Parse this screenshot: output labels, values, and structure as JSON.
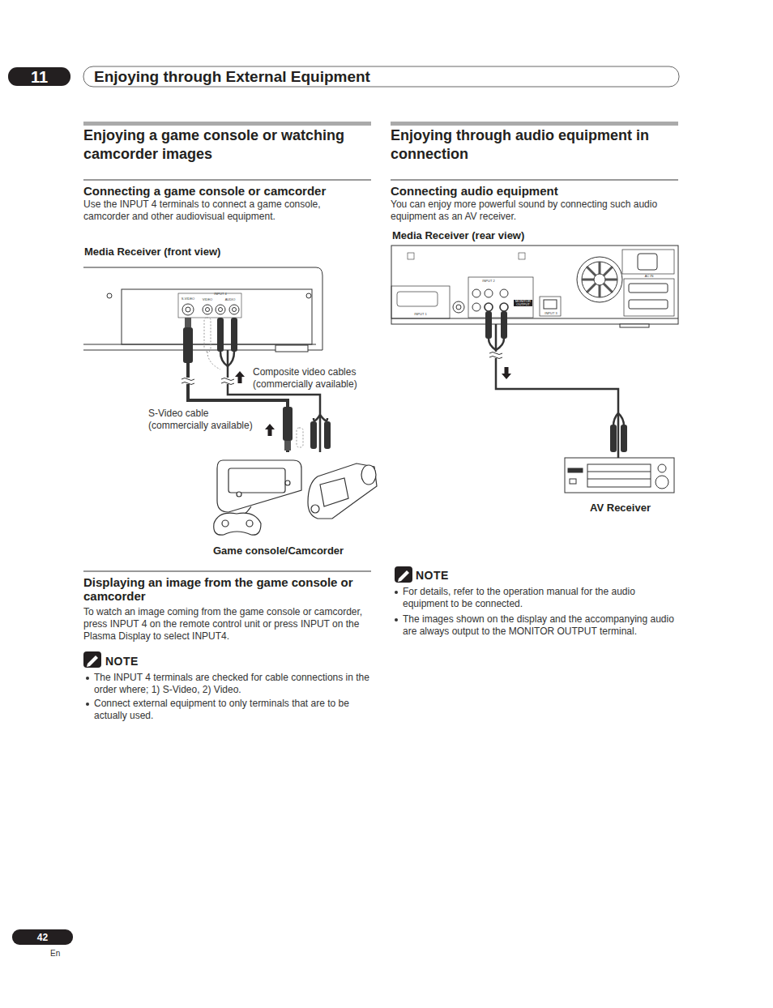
{
  "diagram": {
    "title": "Enjoying through External Equipment",
    "nodes": [
      {
        "text": [
          "Media Receiver (front view)"
        ]
      },
      {
        "text": [
          "Game console/Camcorder"
        ]
      },
      {
        "text": [
          "Media Receiver (rear view)"
        ]
      },
      {
        "text": [
          "AV Receiver"
        ]
      }
    ],
    "edges": [
      {
        "from": 1,
        "to": 0,
        "arrow": "none",
        "label": "S-Video cable (commercially available)"
      },
      {
        "from": 1,
        "to": 0,
        "arrow": "none",
        "label": "Composite video cables (commercially available)"
      },
      {
        "from": 2,
        "to": 3,
        "arrow": "none"
      }
    ],
    "labels": [
      "11",
      "Enjoying a game console or watching camcorder images",
      "Connecting a game console or camcorder",
      "Use the INPUT 4 terminals to connect a game console, camcorder and other audiovisual equipment.",
      "Displaying an image from the game console or camcorder",
      "To watch an image coming from the game console or camcorder, press INPUT 4 on the remote control unit or press INPUT on the Plasma Display to select INPUT4.",
      "NOTE",
      "The INPUT 4 terminals are checked for cable connections in the order where; 1) S-Video, 2) Video.",
      "Connect external equipment to only terminals that are to be actually used.",
      "Enjoying through audio equipment in connection",
      "Connecting audio equipment",
      "You can enjoy more powerful sound by connecting such audio equipment as an AV receiver.",
      "NOTE",
      "For details, refer to the operation manual for the audio equipment to be connected.",
      "The images shown on the display and the accompanying audio are always output to the MONITOR OUTPUT terminal.",
      "42",
      "En",
      "S-VIDEO",
      "INPUT 4",
      "VIDEO",
      "AUDIO",
      "INPUT 2",
      "MONITOR OUTPUT",
      "INPUT 3",
      "INPUT 1",
      "AC IN"
    ]
  }
}
